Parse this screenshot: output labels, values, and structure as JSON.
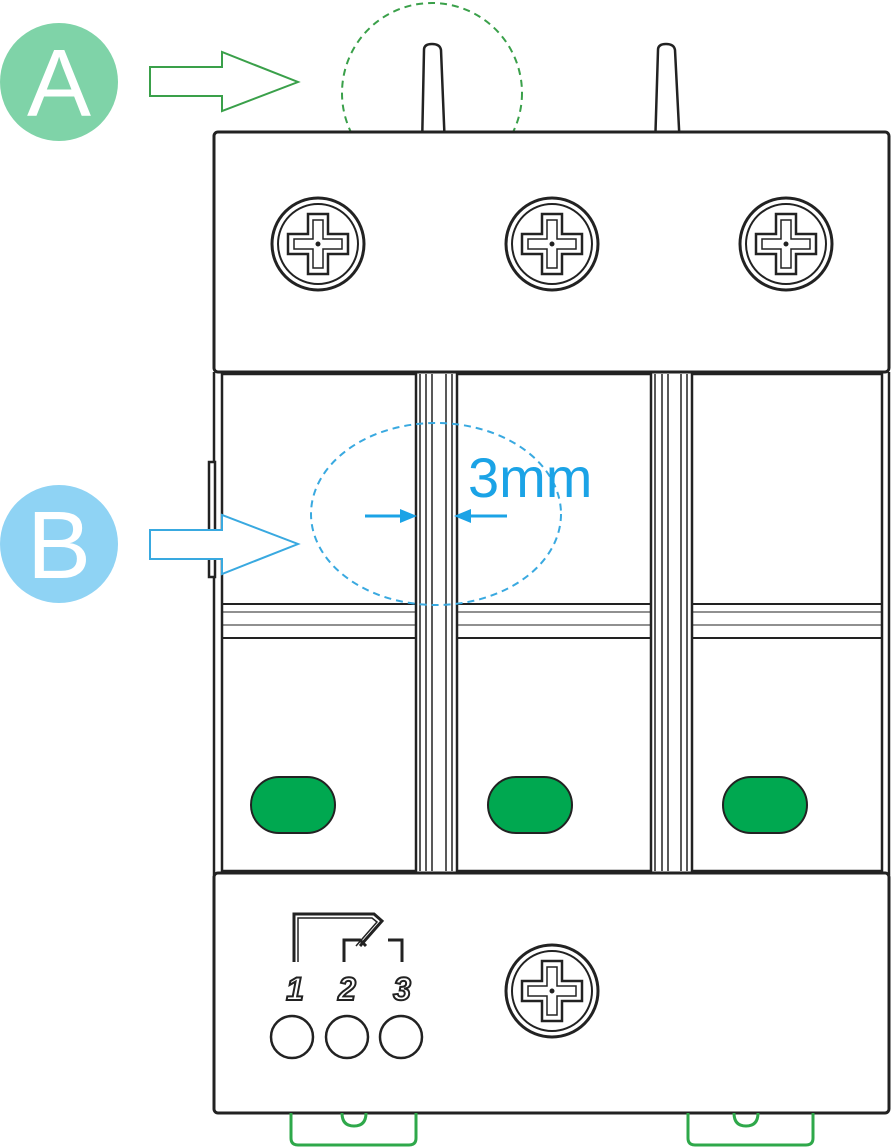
{
  "callouts": {
    "a": {
      "letter": "A",
      "color": "#7fd3a8",
      "arrow_color": "#3aa04a"
    },
    "b": {
      "letter": "B",
      "color": "#8fd3f4",
      "arrow_color": "#39a9e0"
    }
  },
  "dimension": {
    "text": "3mm",
    "color": "#1ba3e6"
  },
  "terminals": {
    "labels": [
      "1",
      "2",
      "3"
    ]
  },
  "indicators": {
    "count": 3,
    "color": "#00a850"
  },
  "din_clip_color": "#2ea84a"
}
